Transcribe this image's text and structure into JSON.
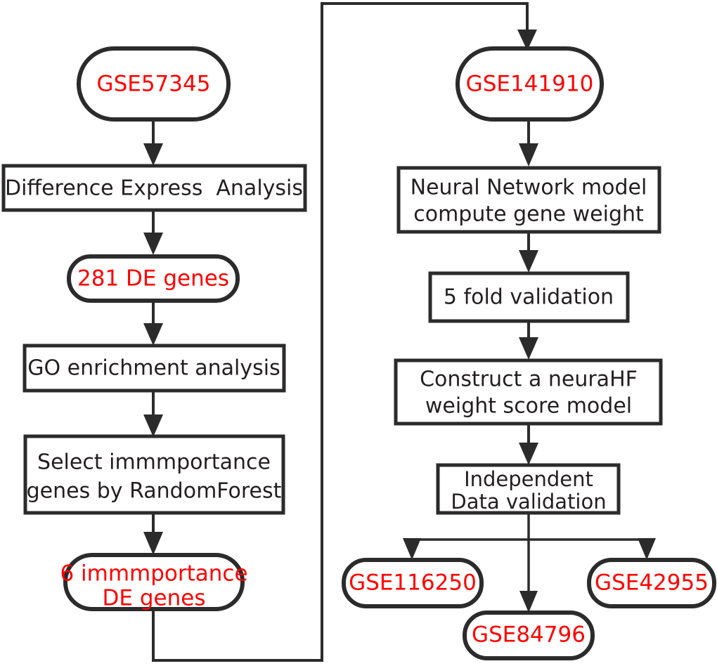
{
  "diagram": {
    "title": "Study workflow flowchart",
    "colors": {
      "node_stroke": "#2b2b2b",
      "node_fill": "#ffffff",
      "dataset_text": "#ff0000",
      "process_text": "#231f20",
      "background": "#ffffff"
    },
    "left_branch": {
      "nodes": [
        {
          "id": "gse57345",
          "shape": "rounded",
          "label": "GSE57345",
          "color": "#ff0000"
        },
        {
          "id": "diff-express",
          "shape": "rect",
          "label": "Difference Express  Analysis",
          "color": "#231f20"
        },
        {
          "id": "de-genes-281",
          "shape": "rounded",
          "label": "281 DE genes",
          "color": "#ff0000"
        },
        {
          "id": "go-enrichment",
          "shape": "rect",
          "label": "GO enrichment analysis",
          "color": "#231f20"
        },
        {
          "id": "select-importance",
          "shape": "rect",
          "label_line1": "Select immmportance",
          "label_line2": "genes by RandomForest",
          "color": "#231f20"
        },
        {
          "id": "de-genes-6",
          "shape": "rounded",
          "label_line1": "6 immmportance",
          "label_line2": "DE genes",
          "color": "#ff0000"
        }
      ]
    },
    "right_branch": {
      "nodes": [
        {
          "id": "gse141910",
          "shape": "rounded",
          "label": "GSE141910",
          "color": "#ff0000"
        },
        {
          "id": "neural-network",
          "shape": "rect",
          "label_line1": "Neural Network model",
          "label_line2": "compute gene weight",
          "color": "#231f20"
        },
        {
          "id": "five-fold",
          "shape": "rect",
          "label": "5 fold validation",
          "color": "#231f20"
        },
        {
          "id": "construct-model",
          "shape": "rect",
          "label_line1": "Construct a neuraHF",
          "label_line2": "weight score model",
          "color": "#231f20"
        },
        {
          "id": "independent-validation",
          "shape": "rect",
          "label_line1": "Independent",
          "label_line2": "Data validation",
          "color": "#231f20"
        }
      ]
    },
    "validation_datasets": [
      {
        "id": "gse116250",
        "shape": "rounded",
        "label": "GSE116250",
        "color": "#ff0000"
      },
      {
        "id": "gse84796",
        "shape": "rounded",
        "label": "GSE84796",
        "color": "#ff0000"
      },
      {
        "id": "gse42955",
        "shape": "rounded",
        "label": "GSE42955",
        "color": "#ff0000"
      }
    ],
    "connectors": [
      {
        "from": "gse57345",
        "to": "diff-express",
        "type": "arrow-down"
      },
      {
        "from": "diff-express",
        "to": "de-genes-281",
        "type": "arrow-down"
      },
      {
        "from": "de-genes-281",
        "to": "go-enrichment",
        "type": "arrow-down"
      },
      {
        "from": "go-enrichment",
        "to": "select-importance",
        "type": "arrow-down"
      },
      {
        "from": "select-importance",
        "to": "de-genes-6",
        "type": "arrow-down"
      },
      {
        "from": "de-genes-6",
        "to": "gse141910",
        "type": "elbow-around"
      },
      {
        "from": "gse141910",
        "to": "neural-network",
        "type": "arrow-down"
      },
      {
        "from": "neural-network",
        "to": "five-fold",
        "type": "arrow-down"
      },
      {
        "from": "five-fold",
        "to": "construct-model",
        "type": "arrow-down"
      },
      {
        "from": "construct-model",
        "to": "independent-validation",
        "type": "arrow-down"
      },
      {
        "from": "independent-validation",
        "to": "gse116250",
        "type": "branch-left"
      },
      {
        "from": "independent-validation",
        "to": "gse84796",
        "type": "branch-center"
      },
      {
        "from": "independent-validation",
        "to": "gse42955",
        "type": "branch-right"
      }
    ]
  }
}
